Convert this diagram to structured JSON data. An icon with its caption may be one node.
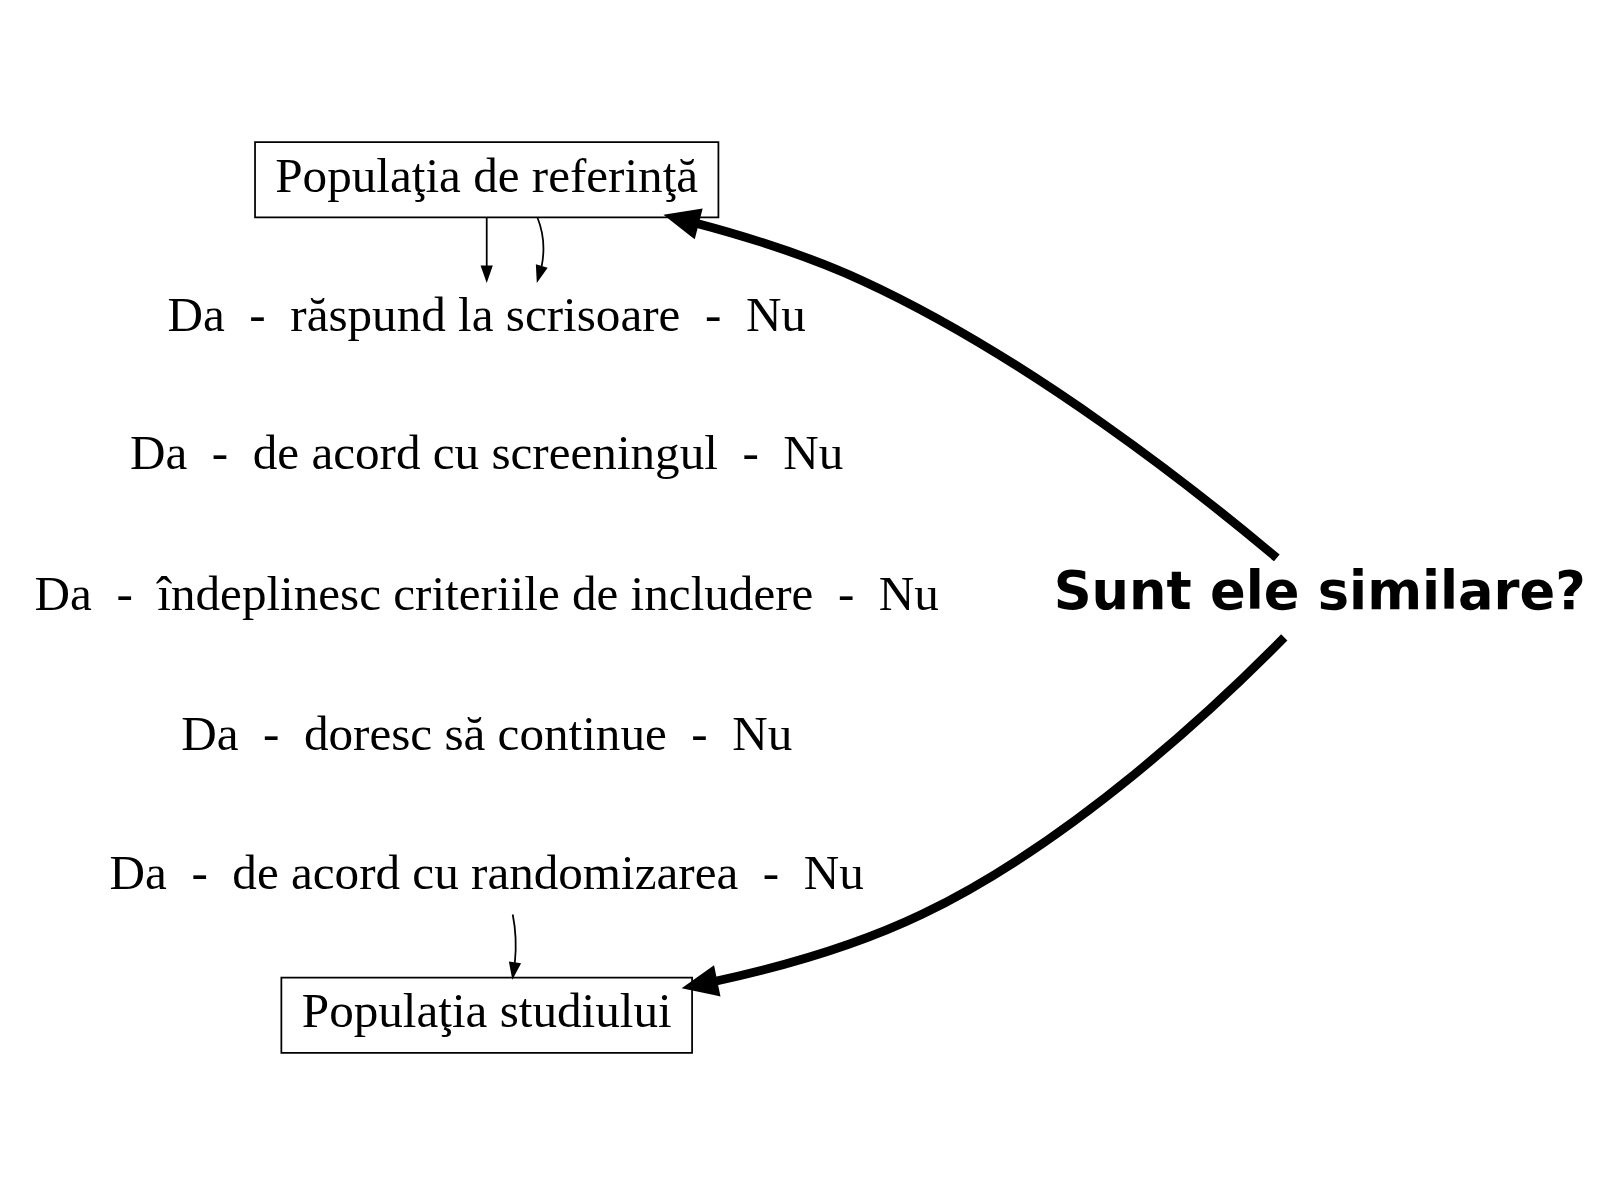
{
  "diagram": {
    "nodes": [
      {
        "text": [
          "Populaţia de referinţă"
        ]
      },
      {
        "text": [
          "Da  -  răspund la scrisoare  -  Nu"
        ]
      },
      {
        "text": [
          "Da  -  de acord cu screeningul  -  Nu"
        ]
      },
      {
        "text": [
          "Da  -  îndeplinesc criteriile de includere  -  Nu"
        ]
      },
      {
        "text": [
          "Da  -  doresc să continue  -  Nu"
        ]
      },
      {
        "text": [
          "Da  -  de acord cu randomizarea  -  Nu"
        ]
      },
      {
        "text": [
          "Populaţia studiului"
        ]
      },
      {
        "text": [
          "Sunt ele similare?"
        ]
      }
    ],
    "edges": [
      {
        "from": 0,
        "to": 1,
        "arrow": "to"
      },
      {
        "from": 0,
        "to": 1,
        "arrow": "to"
      },
      {
        "from": 5,
        "to": 6,
        "arrow": "to"
      },
      {
        "from": 7,
        "to": 0,
        "arrow": "to",
        "style": "thick"
      },
      {
        "from": 7,
        "to": 6,
        "arrow": "to",
        "style": "thick"
      }
    ]
  }
}
